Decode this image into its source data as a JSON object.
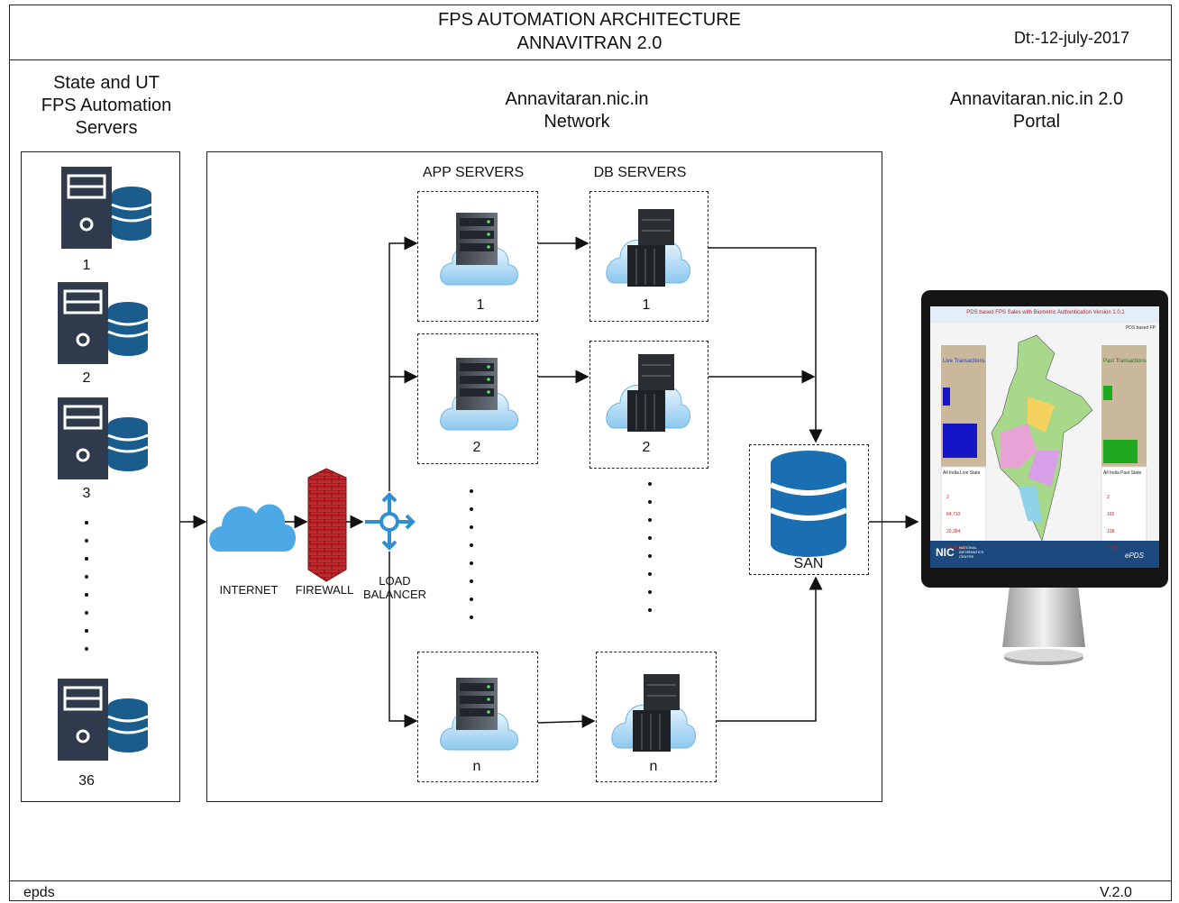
{
  "header": {
    "title_line1": "FPS AUTOMATION ARCHITECTURE",
    "title_line2": "ANNAVITRAN 2.0",
    "date": "Dt:-12-july-2017"
  },
  "footer": {
    "left": "epds",
    "right": "V.2.0"
  },
  "state_servers": {
    "title_line1": "State and UT",
    "title_line2": "FPS Automation",
    "title_line3": "Servers",
    "items": [
      "1",
      "2",
      "3",
      "36"
    ]
  },
  "network": {
    "title_line1": "Annavitaran.nic.in",
    "title_line2": "Network",
    "internet_label": "INTERNET",
    "firewall_label": "FIREWALL",
    "lb_label_line1": "LOAD",
    "lb_label_line2": "BALANCER",
    "app_servers_header": "APP SERVERS",
    "db_servers_header": "DB SERVERS",
    "app_nodes": [
      "1",
      "2",
      "n"
    ],
    "db_nodes": [
      "1",
      "2",
      "n"
    ],
    "san_label": "SAN"
  },
  "portal": {
    "title_line1": "Annavitaran.nic.in 2.0",
    "title_line2": "Portal",
    "screen_title": "PDS based FPS Sales with Biometric Authentication Version 1.0.1",
    "screen_sub": "PDS based FP",
    "left_panel_title": "Live Transactions",
    "right_panel_title": "Past Transactions",
    "left_summary": "All India Live State",
    "right_summary": "All India Past State",
    "left_stats": [
      "2",
      "64,710",
      "20,384",
      "12,40,892"
    ],
    "right_stats": [
      "2",
      "165",
      "108",
      "7,772"
    ],
    "nic_logo": "NIC",
    "nic_text": "NATIONAL INFORMATICS CENTRE",
    "epds_logo": "ePDS"
  },
  "colors": {
    "server_dark": "#2f3b4c",
    "db_blue": "#1a5c8c",
    "cloud_blue": "#4da8e6",
    "firewall_red": "#c8262a",
    "lb_blue": "#2f8fd0",
    "san_blue": "#1a6fb3"
  }
}
